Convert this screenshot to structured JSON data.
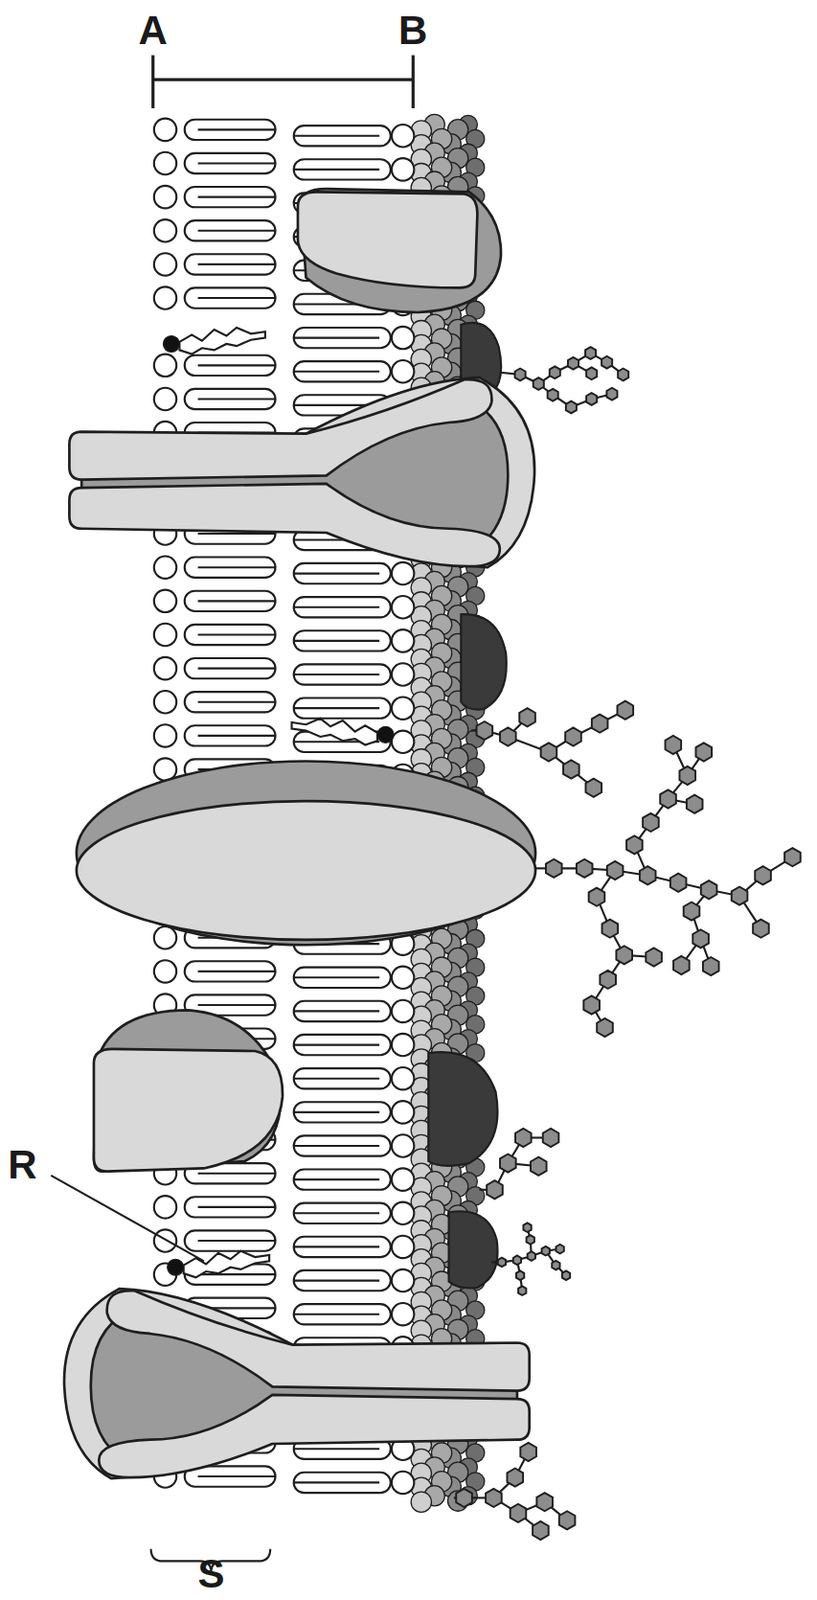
{
  "diagram": {
    "labels": [
      "A",
      "B",
      "R",
      "S"
    ]
  }
}
